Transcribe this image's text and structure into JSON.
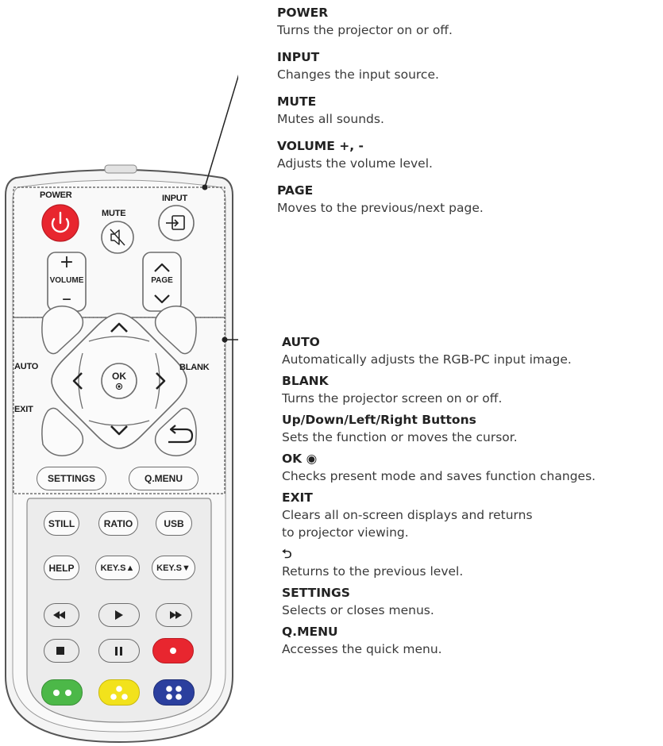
{
  "remote": {
    "power_label": "POWER",
    "input_label": "INPUT",
    "mute_label": "MUTE",
    "volume_label": "VOLUME",
    "page_label": "PAGE",
    "auto_label": "AUTO",
    "blank_label": "BLANK",
    "exit_label": "EXIT",
    "ok_label": "OK",
    "settings_label": "SETTINGS",
    "qmenu_label": "Q.MENU",
    "still_label": "STILL",
    "ratio_label": "RATIO",
    "usb_label": "USB",
    "help_label": "HELP",
    "keys_up_label": "KEY.S▲",
    "keys_down_label": "KEY.S▼",
    "plus_symbol": "+",
    "minus_symbol": "–",
    "colors": {
      "power": "#e8262f",
      "record": "#e8262f",
      "green": "#4cb848",
      "yellow": "#f2e21c",
      "blue": "#2b3f9e"
    }
  },
  "descriptions_top": [
    {
      "title": "POWER",
      "desc": "Turns the projector on or off."
    },
    {
      "title": "INPUT",
      "desc": "Changes the input source."
    },
    {
      "title": "MUTE",
      "desc": "Mutes all sounds."
    },
    {
      "title": "VOLUME +, -",
      "desc": "Adjusts the volume level."
    },
    {
      "title": "PAGE",
      "desc": "Moves to the previous/next page."
    }
  ],
  "descriptions_bottom": [
    {
      "title": "AUTO",
      "desc": "Automatically adjusts the RGB-PC input image."
    },
    {
      "title": "BLANK",
      "desc": "Turns the projector screen on or off."
    },
    {
      "title": "Up/Down/Left/Right Buttons",
      "desc": "Sets the function or moves the cursor."
    },
    {
      "title": "OK ◉",
      "desc": "Checks present mode and saves function changes."
    },
    {
      "title": "EXIT",
      "desc": "Clears all on-screen displays and returns to projector viewing."
    },
    {
      "title": "⮌",
      "desc": "Returns to the previous level."
    },
    {
      "title": "SETTINGS",
      "desc": "Selects or closes menus."
    },
    {
      "title": "Q.MENU",
      "desc": "Accesses the quick menu."
    }
  ]
}
